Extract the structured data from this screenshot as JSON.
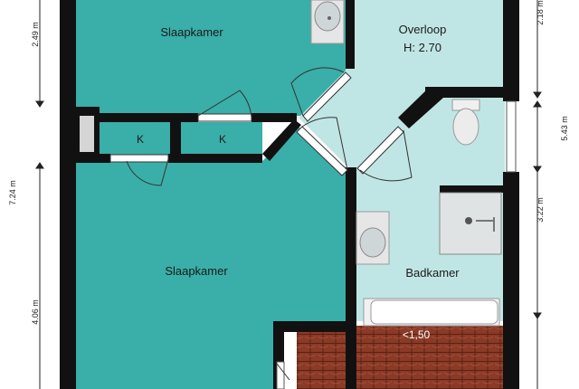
{
  "rooms": {
    "slaapkamer_top": "Slaapkamer",
    "overloop": "Overloop",
    "overloop_height": "H: 2.70",
    "kast_1": "K",
    "kast_2": "K",
    "slaapkamer_main": "Slaapkamer",
    "badkamer": "Badkamer",
    "roof_note": "<1,50"
  },
  "dimensions": {
    "left_top": "2.49 m",
    "left_mid": "7.24 m",
    "left_bottom": "4.06 m",
    "right_top": "2.18 m",
    "right_mid": "5.43 m",
    "right_bottom": "3.22 m"
  },
  "colors": {
    "bedroom": "#3aaea8",
    "landing": "#bfe6e4",
    "wall": "#111111",
    "roof_tile": "#8a3a26"
  }
}
